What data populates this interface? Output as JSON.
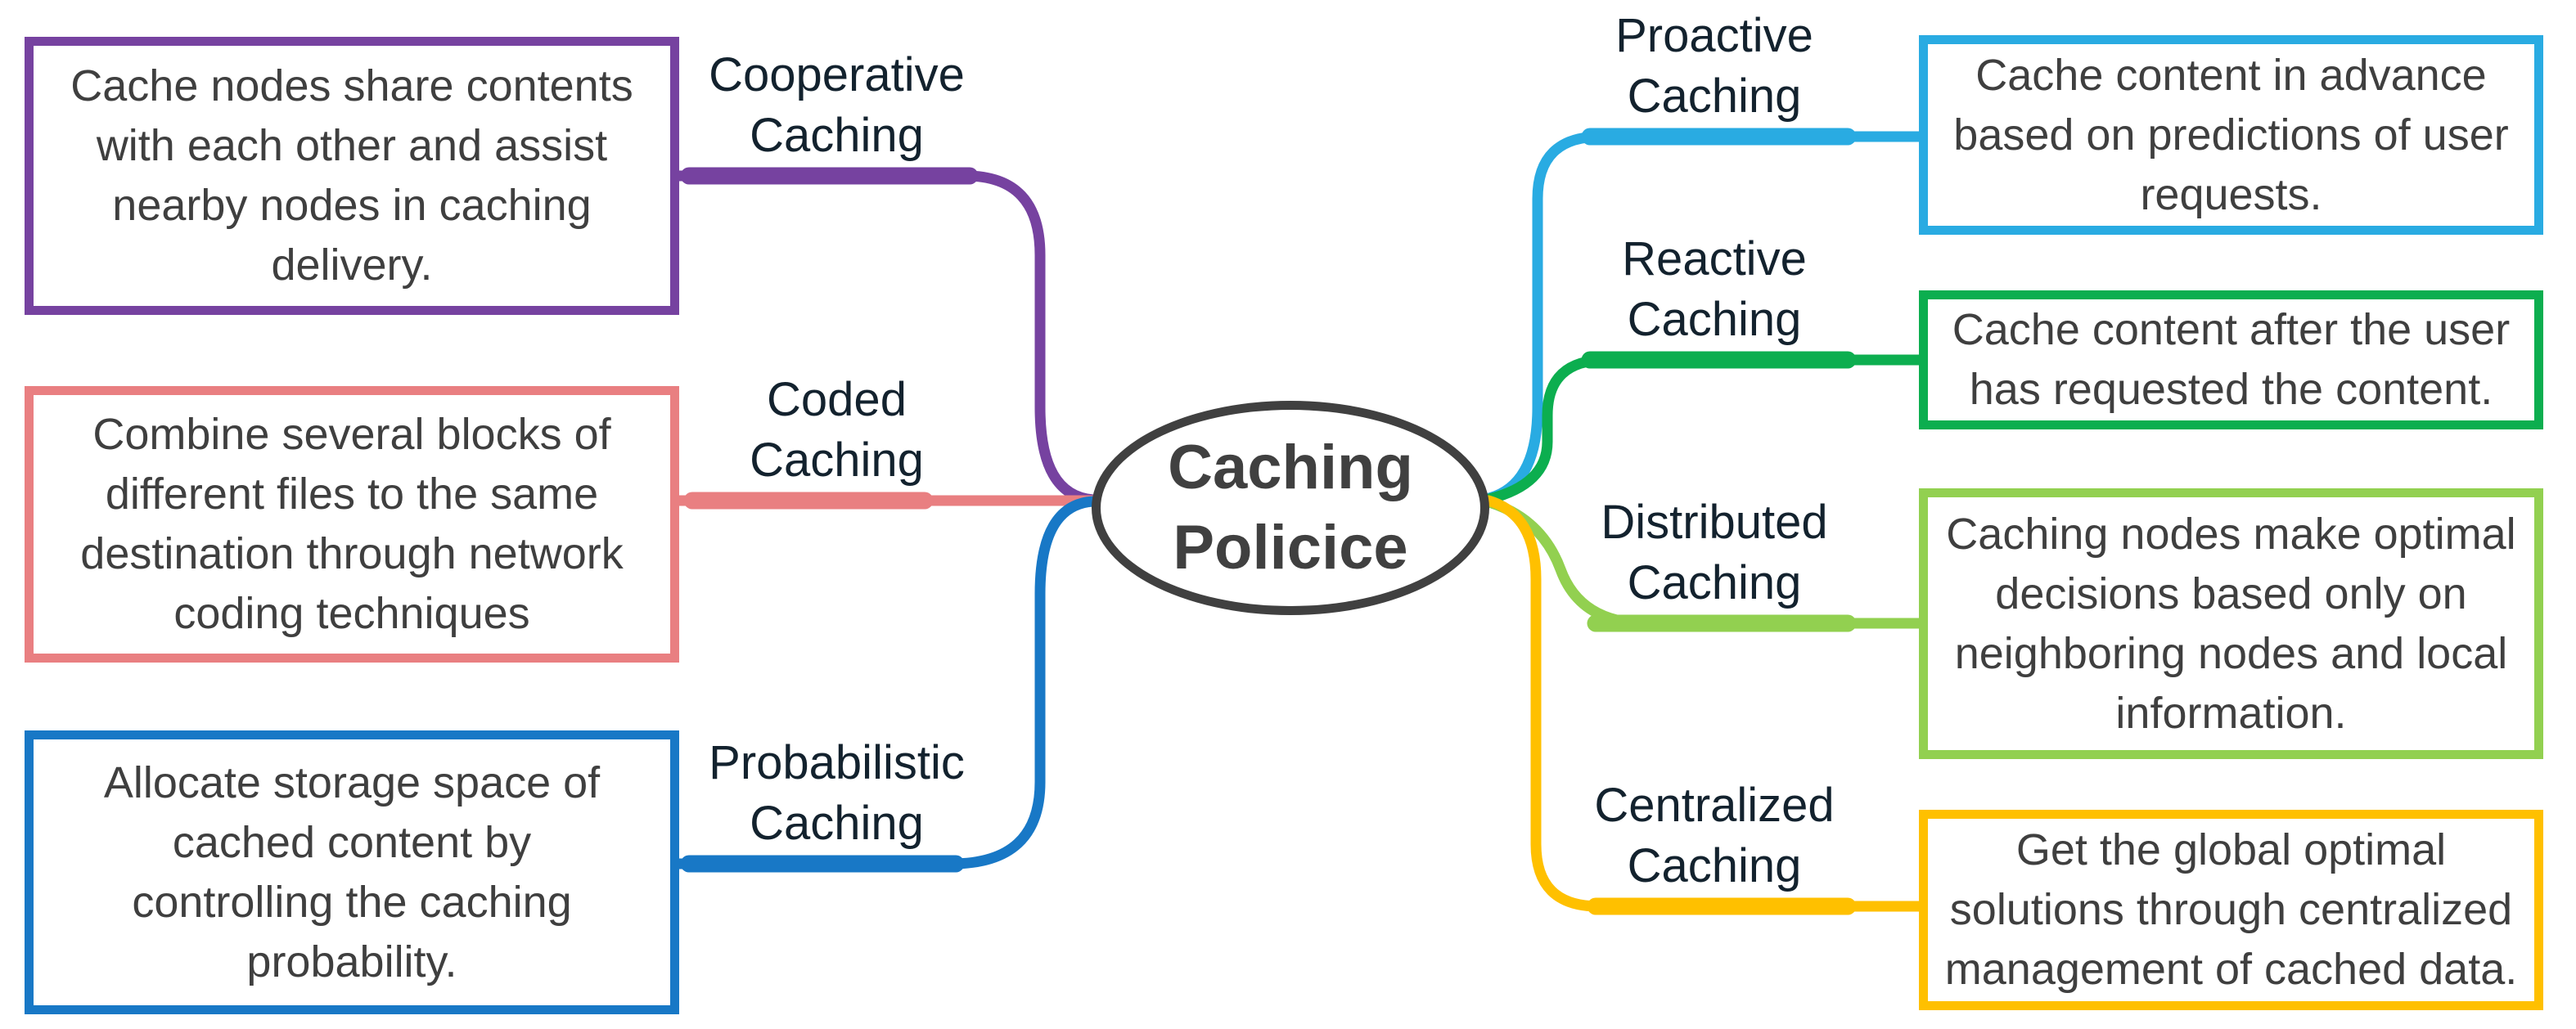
{
  "center": {
    "line1": "Caching",
    "line2": "Policice",
    "border_color": "#404040",
    "text_color": "#404040"
  },
  "text_colors": {
    "description": "#3F3F3F",
    "label": "#13222E"
  },
  "branches": {
    "cooperative": {
      "label_line1": "Cooperative",
      "label_line2": "Caching",
      "color": "#7642A0",
      "description": "Cache nodes share contents\nwith each other and assist\nnearby nodes in caching\ndelivery."
    },
    "coded": {
      "label_line1": "Coded",
      "label_line2": "Caching",
      "color": "#E97F81",
      "description": "Combine several blocks of\ndifferent files to the same\ndestination through network\ncoding techniques"
    },
    "probabilistic": {
      "label_line1": "Probabilistic",
      "label_line2": "Caching",
      "color": "#1878C6",
      "description": "Allocate storage space of\ncached content by\ncontrolling the caching\nprobability."
    },
    "proactive": {
      "label_line1": "Proactive",
      "label_line2": "Caching",
      "color": "#29ABE2",
      "description": "Cache content in advance\nbased on predictions of user\nrequests."
    },
    "reactive": {
      "label_line1": "Reactive",
      "label_line2": "Caching",
      "color": "#0CAE4F",
      "description": "Cache content after the user\nhas requested the content."
    },
    "distributed": {
      "label_line1": "Distributed",
      "label_line2": "Caching",
      "color": "#92D050",
      "description": "Caching nodes make optimal\ndecisions based only on\nneighboring nodes and local\ninformation."
    },
    "centralized": {
      "label_line1": "Centralized",
      "label_line2": "Caching",
      "color": "#FFC000",
      "description": "Get the global optimal\nsolutions through centralized\nmanagement of cached data."
    }
  }
}
